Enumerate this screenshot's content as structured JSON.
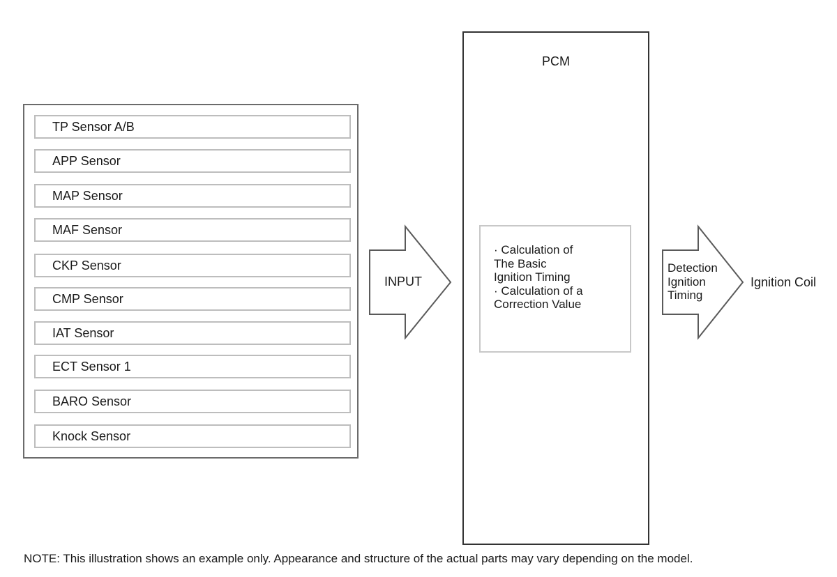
{
  "sensors": [
    "TP Sensor A/B",
    "APP Sensor",
    "MAP Sensor",
    "MAF Sensor",
    "CKP Sensor",
    "CMP Sensor",
    "IAT Sensor",
    "ECT Sensor 1",
    "BARO Sensor",
    "Knock Sensor"
  ],
  "input_label": "INPUT",
  "pcm": {
    "title": "PCM",
    "calc_lines": [
      "· Calculation of",
      "The Basic",
      "Ignition Timing",
      "· Calculation of a",
      "Correction Value"
    ]
  },
  "output": {
    "arrow_lines": [
      "Detection",
      "Ignition",
      "Timing"
    ],
    "target": "Ignition Coil"
  },
  "note": "NOTE: This illustration shows an example only. Appearance and structure of the actual parts may vary depending on the model."
}
